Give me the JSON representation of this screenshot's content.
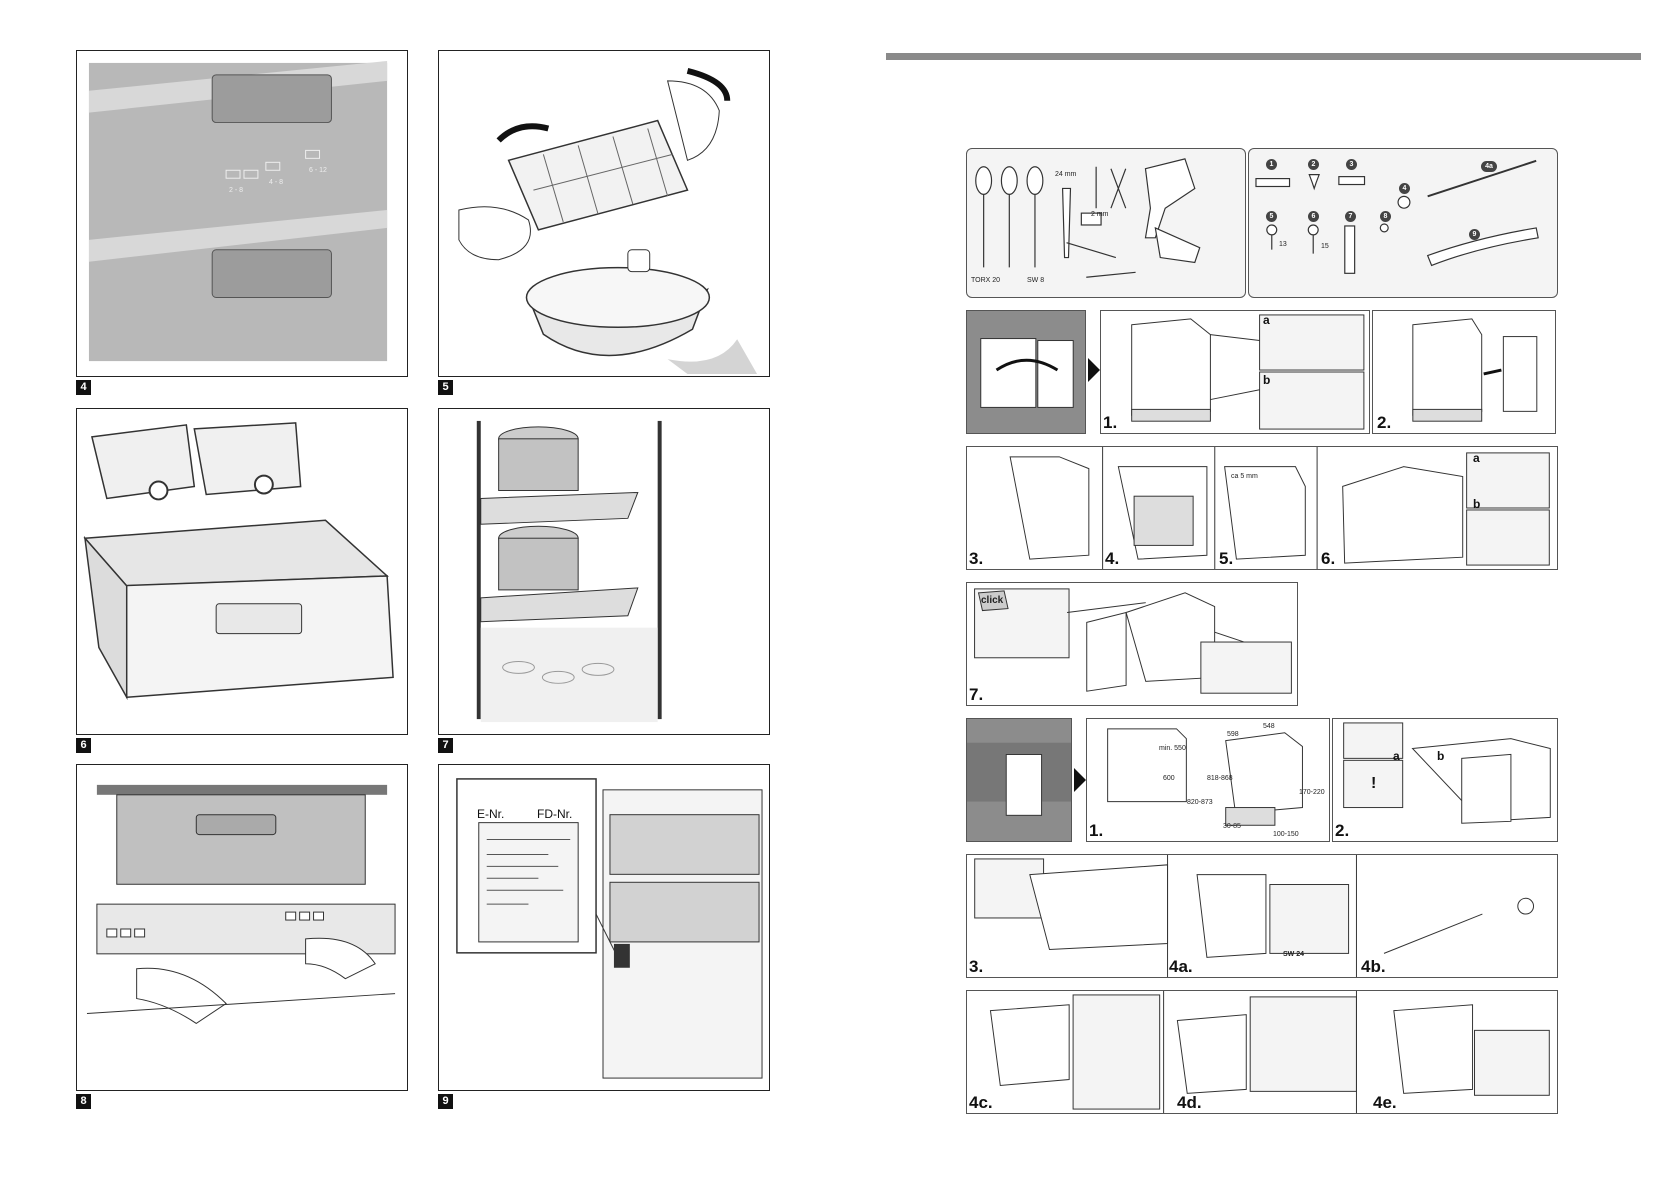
{
  "left_page": {
    "figures": [
      {
        "number": "4"
      },
      {
        "number": "5"
      },
      {
        "number": "6"
      },
      {
        "number": "7"
      },
      {
        "number": "8"
      },
      {
        "number": "9"
      }
    ],
    "drawer_labels": {
      "a": "2 - 8",
      "b": "4 - 8",
      "c": "6 - 12"
    },
    "rating_plate": {
      "e_nr": "E-Nr.",
      "fd_nr": "FD-Nr."
    }
  },
  "right_page": {
    "tools": {
      "torx": "TORX 20",
      "sw8": "SW 8",
      "wrench": "24 mm",
      "drill": "2 mm"
    },
    "parts": [
      "1",
      "2",
      "3",
      "4",
      "4a",
      "5",
      "6",
      "7",
      "8",
      "9"
    ],
    "screw_sizes": {
      "s5": "13",
      "s6": "15"
    },
    "door_steps": {
      "s1": "1.",
      "s2": "2.",
      "sub_a": "a",
      "sub_b": "b"
    },
    "hinge_steps": {
      "s3": "3.",
      "s4": "4.",
      "s5": "5.",
      "s6": "6.",
      "gap": "ca 5 mm",
      "sub_a": "a",
      "sub_b": "b"
    },
    "click_step": {
      "s7": "7.",
      "click": "click"
    },
    "install_steps": {
      "s1": "1.",
      "s2": "2.",
      "s3": "3.",
      "s4a": "4a.",
      "s4b": "4b.",
      "s4c": "4c.",
      "s4d": "4d.",
      "s4e": "4e.",
      "sw24": "SW 24",
      "sub_a": "a",
      "sub_b": "b",
      "warn": "!",
      "dims": {
        "min550": "min. 550",
        "d598": "598",
        "d548": "548",
        "d600": "600",
        "d818": "818-868",
        "d820": "820-873",
        "d170": "170-220",
        "d30": "30-85",
        "d100": "100-150"
      }
    }
  }
}
